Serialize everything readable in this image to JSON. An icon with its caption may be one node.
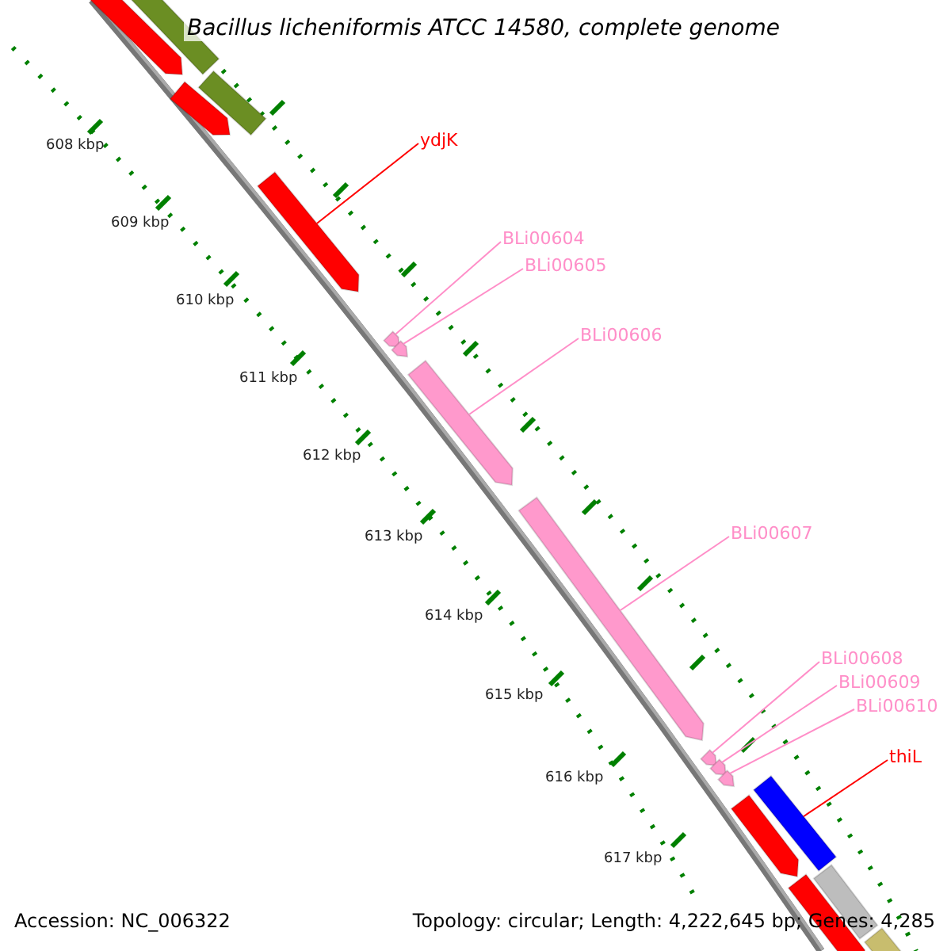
{
  "diagram": {
    "title": "Bacillus licheniformis ATCC 14580, complete genome",
    "nodes": [
      {
        "text": [],
        "shape": "arrow"
      },
      {
        "text": [],
        "shape": "bar"
      },
      {
        "text": [],
        "shape": "arrow"
      },
      {
        "text": [],
        "shape": "bar"
      },
      {
        "text": [
          "ydjK"
        ]
      },
      {
        "text": [],
        "shape": "arrow"
      },
      {
        "text": [
          "BLi00604"
        ]
      },
      {
        "text": [
          "BLi00605"
        ]
      },
      {
        "text": [],
        "shape": "arrow"
      },
      {
        "text": [],
        "shape": "arrow"
      },
      {
        "text": [
          "BLi00606"
        ]
      },
      {
        "text": [],
        "shape": "arrow"
      },
      {
        "text": [
          "BLi00607"
        ]
      },
      {
        "text": [],
        "shape": "arrow"
      },
      {
        "text": [
          "BLi00608"
        ]
      },
      {
        "text": [
          "BLi00609"
        ]
      },
      {
        "text": [
          "BLi00610"
        ]
      },
      {
        "text": [],
        "shape": "arrow"
      },
      {
        "text": [],
        "shape": "arrow"
      },
      {
        "text": [],
        "shape": "arrow"
      },
      {
        "text": [
          "thiL"
        ]
      },
      {
        "text": [],
        "shape": "bar"
      },
      {
        "text": [],
        "shape": "arrow"
      },
      {
        "text": [],
        "shape": "arrow"
      },
      {
        "text": [],
        "shape": "bar"
      },
      {
        "text": [],
        "shape": "bar"
      }
    ],
    "edges": [
      {
        "from": 4,
        "to": 5,
        "arrow": "none",
        "color": "#ff0000"
      },
      {
        "from": 6,
        "to": 8,
        "arrow": "none"
      },
      {
        "from": 7,
        "to": 9,
        "arrow": "none"
      },
      {
        "from": 10,
        "to": 11,
        "arrow": "none"
      },
      {
        "from": 12,
        "to": 13,
        "arrow": "none"
      },
      {
        "from": 14,
        "to": 17,
        "arrow": "none"
      },
      {
        "from": 15,
        "to": 18,
        "arrow": "none"
      },
      {
        "from": 16,
        "to": 19,
        "arrow": "none"
      },
      {
        "from": 20,
        "to": 21,
        "arrow": "none",
        "color": "#ff0000"
      }
    ],
    "labels": [
      "608 kbp",
      "609 kbp",
      "610 kbp",
      "611 kbp",
      "612 kbp",
      "613 kbp",
      "614 kbp",
      "615 kbp",
      "616 kbp",
      "617 kbp",
      "Accession: NC_006322",
      "Topology: circular; Length: 4,222,645 bp; Genes: 4,285"
    ]
  }
}
